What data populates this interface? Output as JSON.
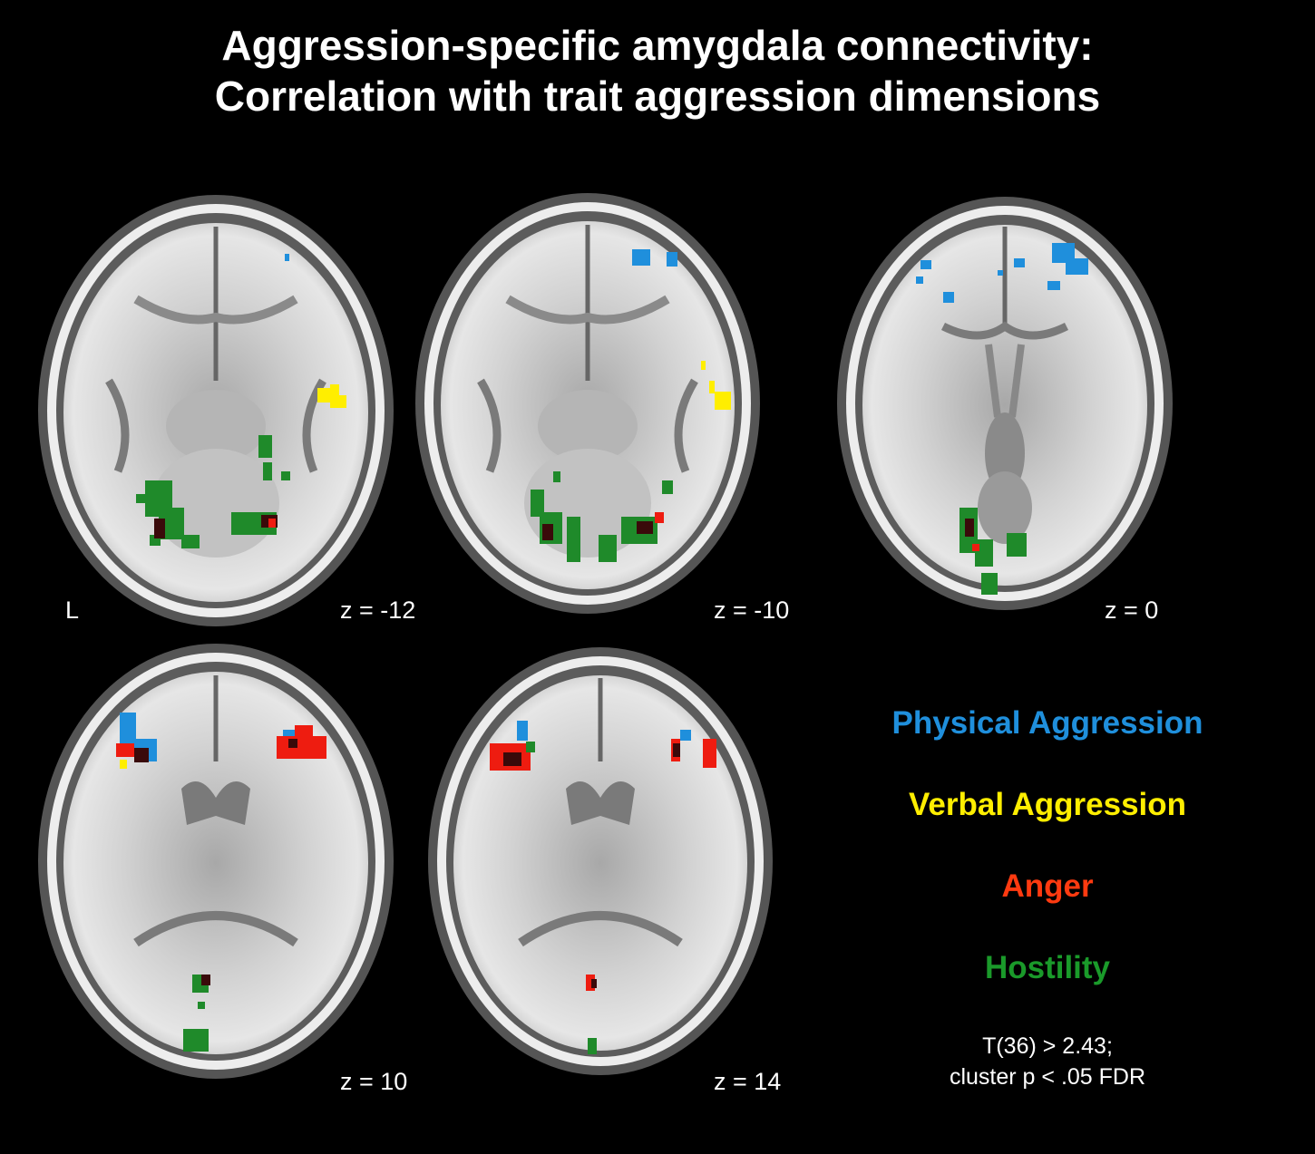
{
  "figure": {
    "title_line1": "Aggression-specific amygdala connectivity:",
    "title_line2": "Correlation with trait aggression dimensions",
    "orientation_label": "L",
    "slices": [
      {
        "label": "z = -12"
      },
      {
        "label": "z = -10"
      },
      {
        "label": "z = 0"
      },
      {
        "label": "z = 10"
      },
      {
        "label": "z = 14"
      }
    ],
    "legend": [
      {
        "label": "Physical Aggression",
        "color": "#1f8fdc"
      },
      {
        "label": "Verbal Aggression",
        "color": "#ffee00"
      },
      {
        "label": "Anger",
        "color": "#ff3a10"
      },
      {
        "label": "Hostility",
        "color": "#1a9a2a"
      }
    ],
    "threshold_line1": "T(36) > 2.43;",
    "threshold_line2": "cluster p < .05 FDR"
  },
  "colors": {
    "background": "#000000",
    "physical": "#1f8fdc",
    "verbal": "#ffee00",
    "anger": "#ee1c10",
    "hostility": "#1f8a2a",
    "overlap": "#3a0a0a"
  }
}
